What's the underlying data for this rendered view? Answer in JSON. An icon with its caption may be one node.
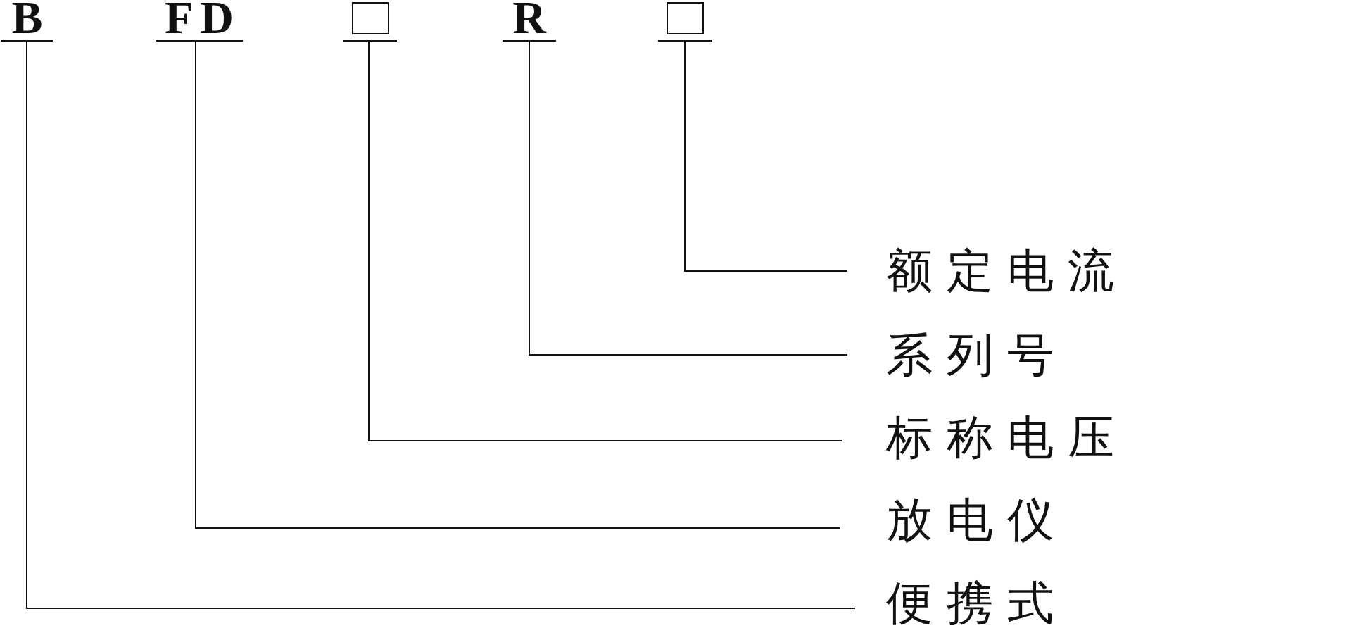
{
  "diagram": {
    "nodes": [
      {
        "text": [
          "B"
        ]
      },
      {
        "text": [
          "FD"
        ]
      },
      {
        "text": [],
        "shape": "box"
      },
      {
        "text": [
          "R"
        ]
      },
      {
        "text": [],
        "shape": "box"
      },
      {
        "text": [
          "额定电流"
        ]
      },
      {
        "text": [
          "系列号"
        ]
      },
      {
        "text": [
          "标称电压"
        ]
      },
      {
        "text": [
          "放电仪"
        ]
      },
      {
        "text": [
          "便携式"
        ]
      }
    ],
    "edges": [
      {
        "from": 0,
        "to": 9,
        "arrow": "none"
      },
      {
        "from": 1,
        "to": 8,
        "arrow": "none"
      },
      {
        "from": 2,
        "to": 7,
        "arrow": "none"
      },
      {
        "from": 3,
        "to": 6,
        "arrow": "none"
      },
      {
        "from": 4,
        "to": 5,
        "arrow": "none"
      }
    ]
  }
}
